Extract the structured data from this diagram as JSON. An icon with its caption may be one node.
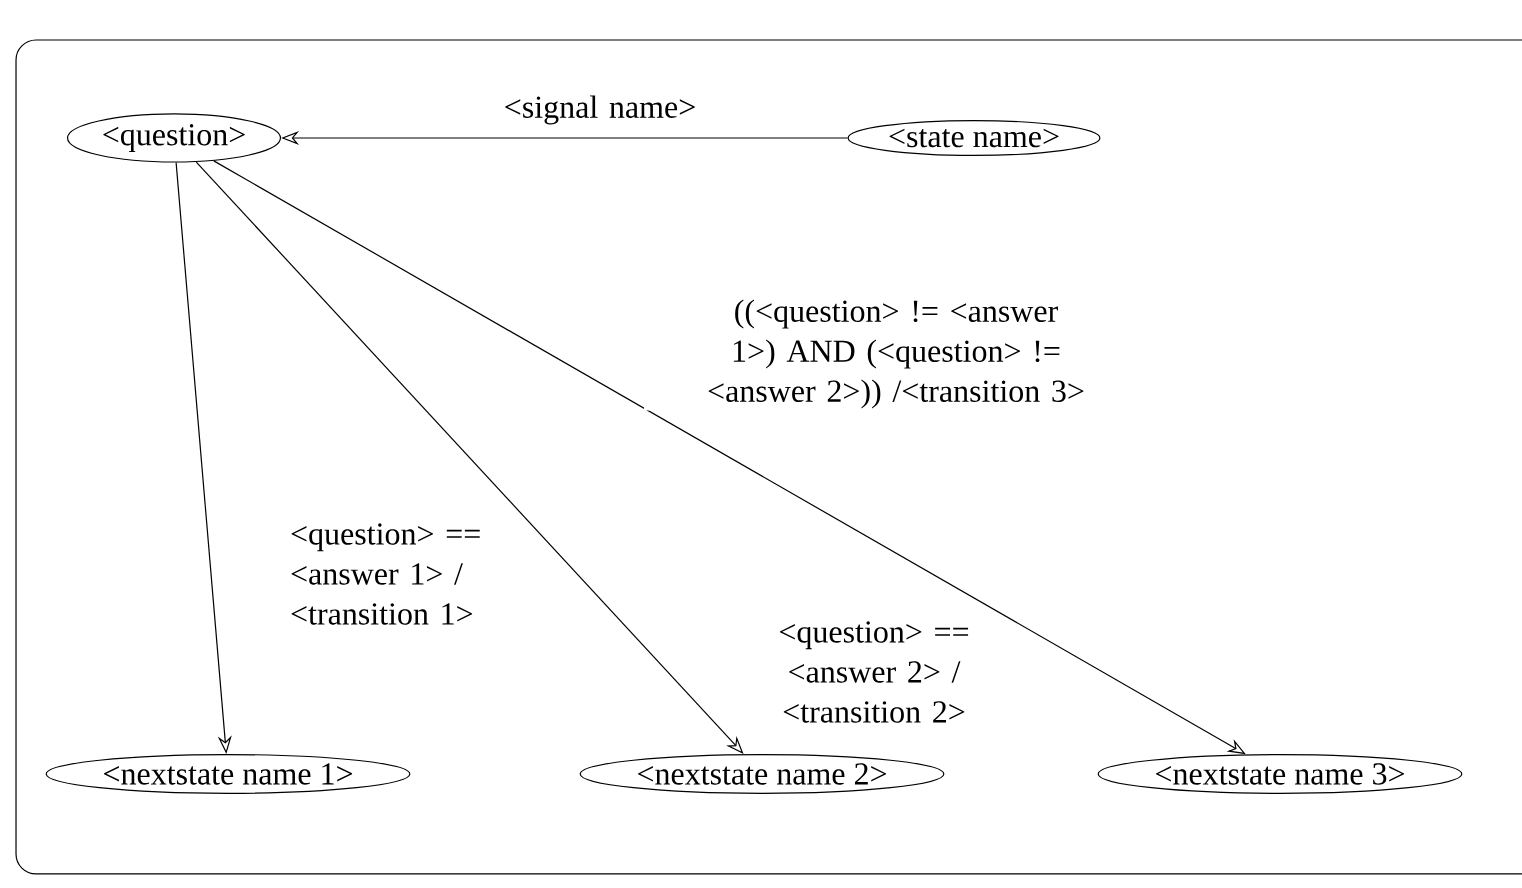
{
  "diagram": {
    "nodes": [
      {
        "text": [
          "<question>"
        ]
      },
      {
        "text": [
          "<state name>"
        ]
      },
      {
        "text": [
          "<nextstate name 1>"
        ]
      },
      {
        "text": [
          "<nextstate name 2>"
        ]
      },
      {
        "text": [
          "<nextstate name 3>"
        ]
      }
    ],
    "edges": [
      {
        "from": 1,
        "to": 0,
        "arrow": "to",
        "label": "<signal name>"
      },
      {
        "from": 0,
        "to": 2,
        "arrow": "to",
        "label": "<question> == <answer 1> / <transition 1>"
      },
      {
        "from": 0,
        "to": 3,
        "arrow": "to",
        "label": "<question> == <answer 2> / <transition 2>"
      },
      {
        "from": 0,
        "to": 4,
        "arrow": "to",
        "label": "((<question> != <answer 1>) AND (<question> != <answer 2>)) /<transition 3>"
      }
    ]
  }
}
